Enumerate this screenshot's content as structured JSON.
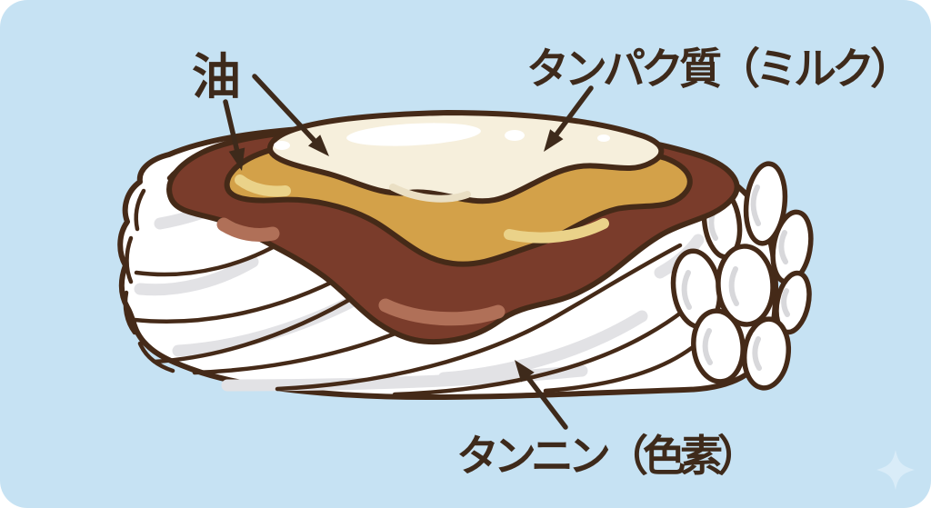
{
  "card": {
    "sparkle_icon": "four-point-star"
  },
  "colors": {
    "background": "#c6e2f3",
    "outline": "#452a18",
    "text": "#3e2a1b",
    "fiber_fill": "#ffffff",
    "fiber_shade": "#e2e2e5",
    "tannin_layer": "#7a3c2b",
    "tannin_highlight": "#b07058",
    "oil_layer": "#d3a149",
    "oil_highlight": "#ead289",
    "protein_layer": "#f6efdc",
    "protein_shade": "#eadfc4",
    "sparkle": "#d9ecf8"
  },
  "diagram": {
    "labels": {
      "oil": "油",
      "protein_milk": "タンパク質（ミルク）",
      "tannin_pigment": "タンニン（色素）"
    },
    "layers": [
      {
        "name": "protein-milk-top-layer",
        "label": "タンパク質（ミルク）",
        "color": "#f6efdc"
      },
      {
        "name": "oil-middle-layer",
        "label": "油",
        "color": "#d3a149"
      },
      {
        "name": "tannin-bottom-layer",
        "label": "タンニン（色素）",
        "color": "#7a3c2b"
      },
      {
        "name": "fiber-bundle",
        "label": "",
        "color": "#ffffff"
      }
    ]
  }
}
